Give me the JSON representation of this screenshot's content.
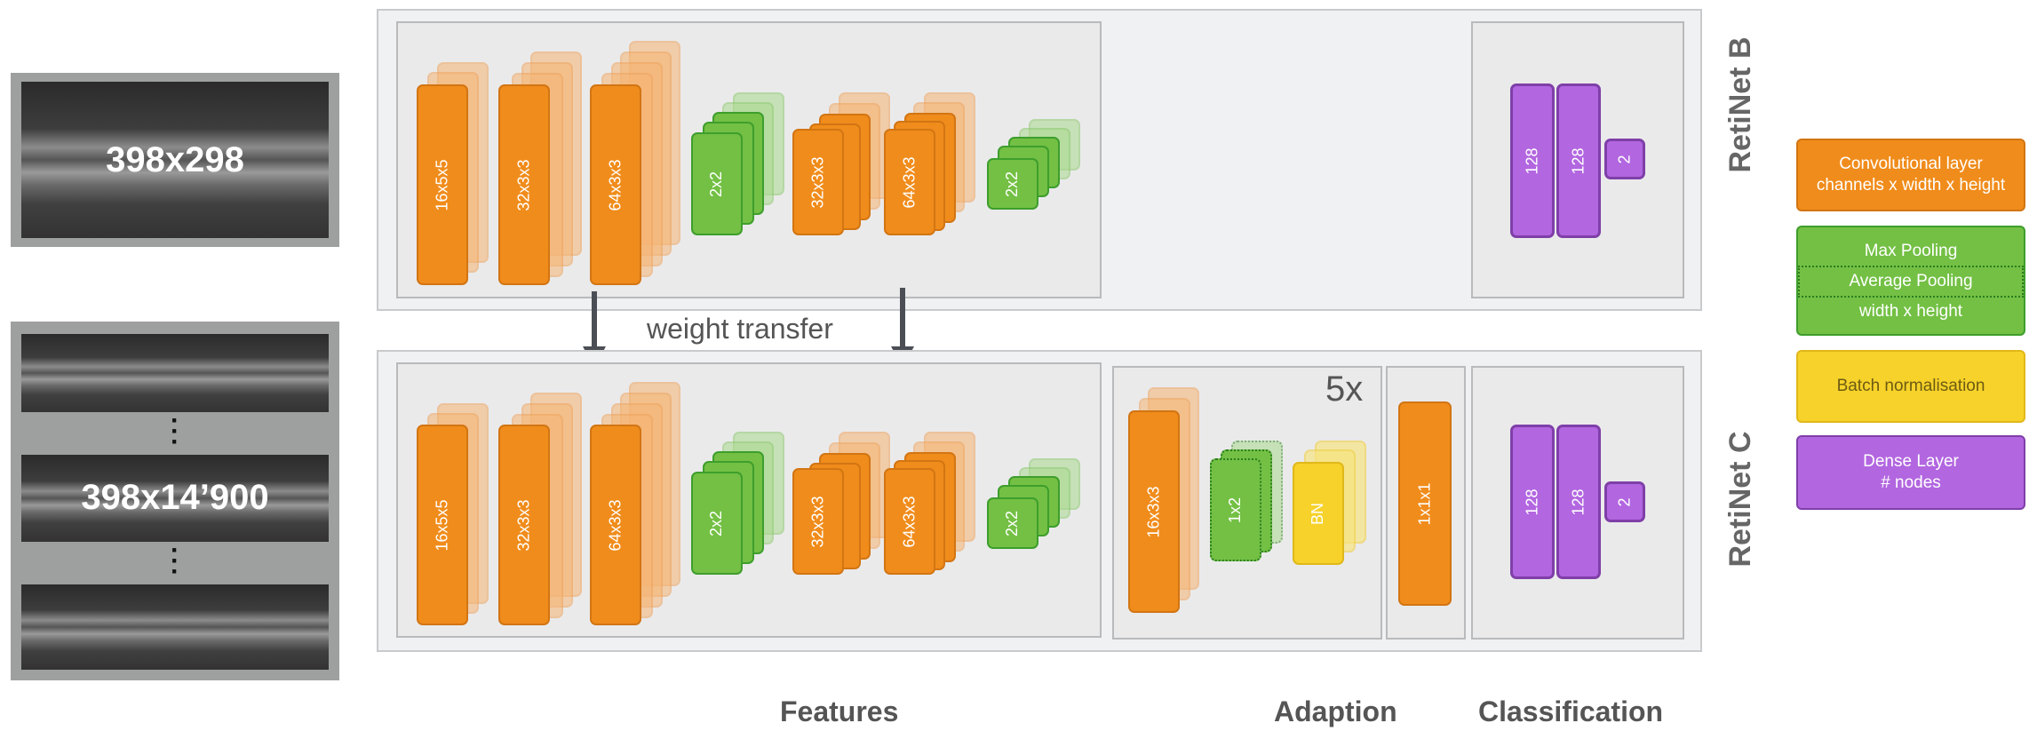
{
  "images": {
    "top_label": "398x298",
    "bottom_label": "398x14’900",
    "dots": "·\n·\n·"
  },
  "networks": {
    "top": "RetiNet B",
    "bottom": "RetiNet C"
  },
  "features": {
    "conv1": "16x5x5",
    "conv2": "32x3x3",
    "conv3": "64x3x3",
    "pool1": "2x2",
    "conv4": "32x3x3",
    "conv5": "64x3x3",
    "pool2": "2x2"
  },
  "weight_transfer": "weight transfer",
  "adaption": {
    "repeat": "5x",
    "conv": "16x3x3",
    "pool": "1x2",
    "bn": "BN",
    "conv1x1": "1x1x1"
  },
  "classification": {
    "dense1": "128",
    "dense2": "128",
    "out": "2"
  },
  "sections": {
    "features": "Features",
    "adaption": "Adaption",
    "classification": "Classification"
  },
  "legend": {
    "conv_line1": "Convolutional layer",
    "conv_line2": "channels x width x height",
    "pool_max": "Max Pooling",
    "pool_avg": "Average Pooling",
    "pool_size": "width x height",
    "bn": "Batch normalisation",
    "dense_line1": "Dense Layer",
    "dense_line2": "# nodes"
  },
  "colors": {
    "conv": "#f08c1b",
    "pool": "#73c044",
    "bn": "#f6d22a",
    "dense": "#b266e0"
  }
}
